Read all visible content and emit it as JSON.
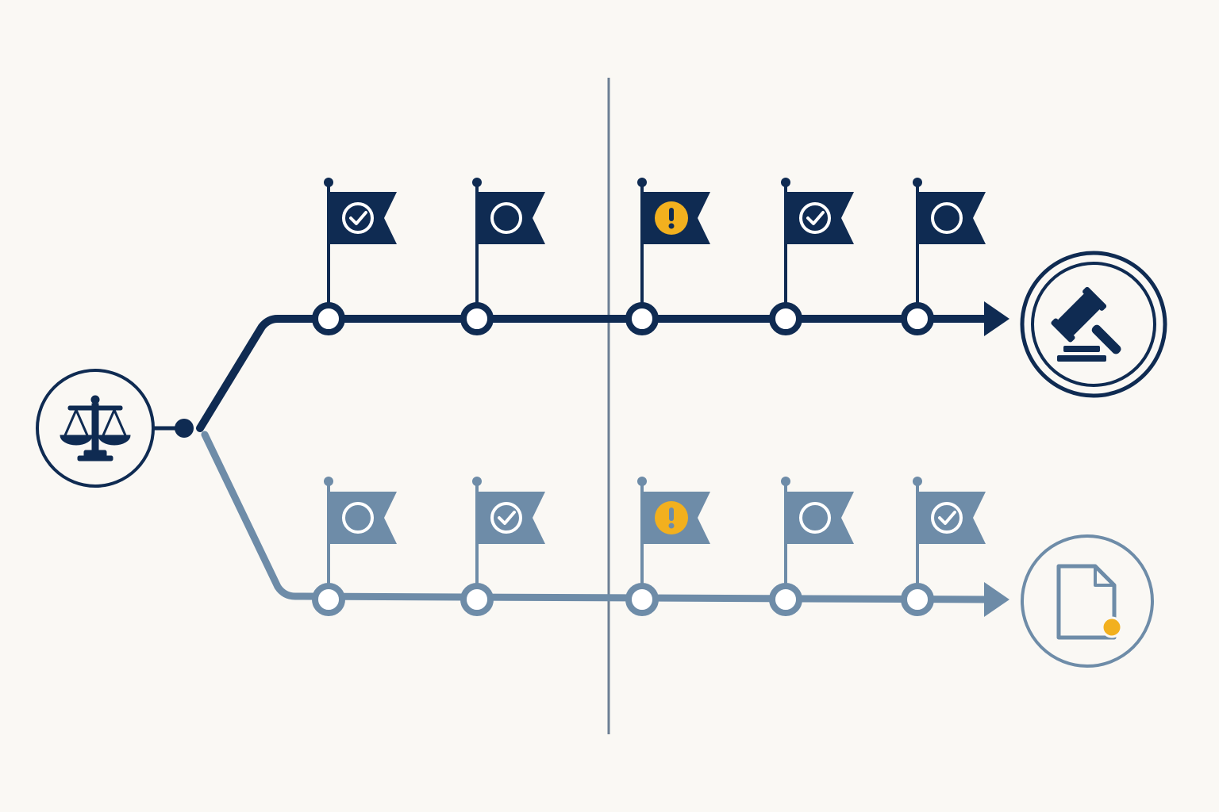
{
  "colors": {
    "background": "#FAF8F4",
    "primary": "#0F2B52",
    "secondary": "#6E8CA8",
    "warning": "#F2B01E",
    "divider": "#6C7F94",
    "node_fill": "#FFFFFF"
  },
  "start_icon": "scales-of-justice-icon",
  "tracks": [
    {
      "name": "upper-track",
      "color_key": "primary",
      "end_icon": "gavel-icon",
      "milestones": [
        {
          "status": "complete"
        },
        {
          "status": "pending"
        },
        {
          "status": "warning"
        },
        {
          "status": "complete"
        },
        {
          "status": "pending"
        }
      ]
    },
    {
      "name": "lower-track",
      "color_key": "secondary",
      "end_icon": "document-icon",
      "milestones": [
        {
          "status": "pending"
        },
        {
          "status": "complete"
        },
        {
          "status": "warning"
        },
        {
          "status": "pending"
        },
        {
          "status": "complete"
        }
      ]
    }
  ]
}
